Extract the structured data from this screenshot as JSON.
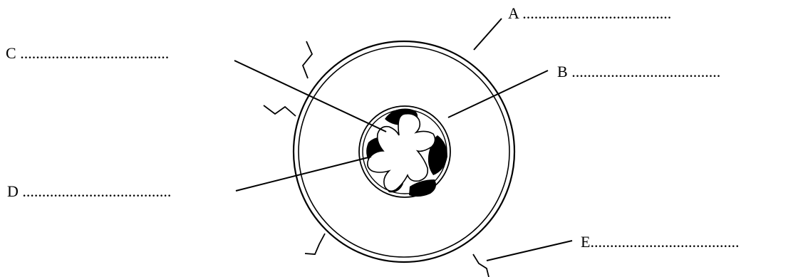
{
  "diagram": {
    "labels": {
      "a": {
        "letter": "A",
        "blank": "......................................"
      },
      "b": {
        "letter": "B",
        "blank": "......................................"
      },
      "c": {
        "letter": "C",
        "blank": "......................................"
      },
      "d": {
        "letter": "D",
        "blank": "......................................"
      },
      "e": {
        "letter": "E",
        "blank": "......................................"
      }
    }
  }
}
